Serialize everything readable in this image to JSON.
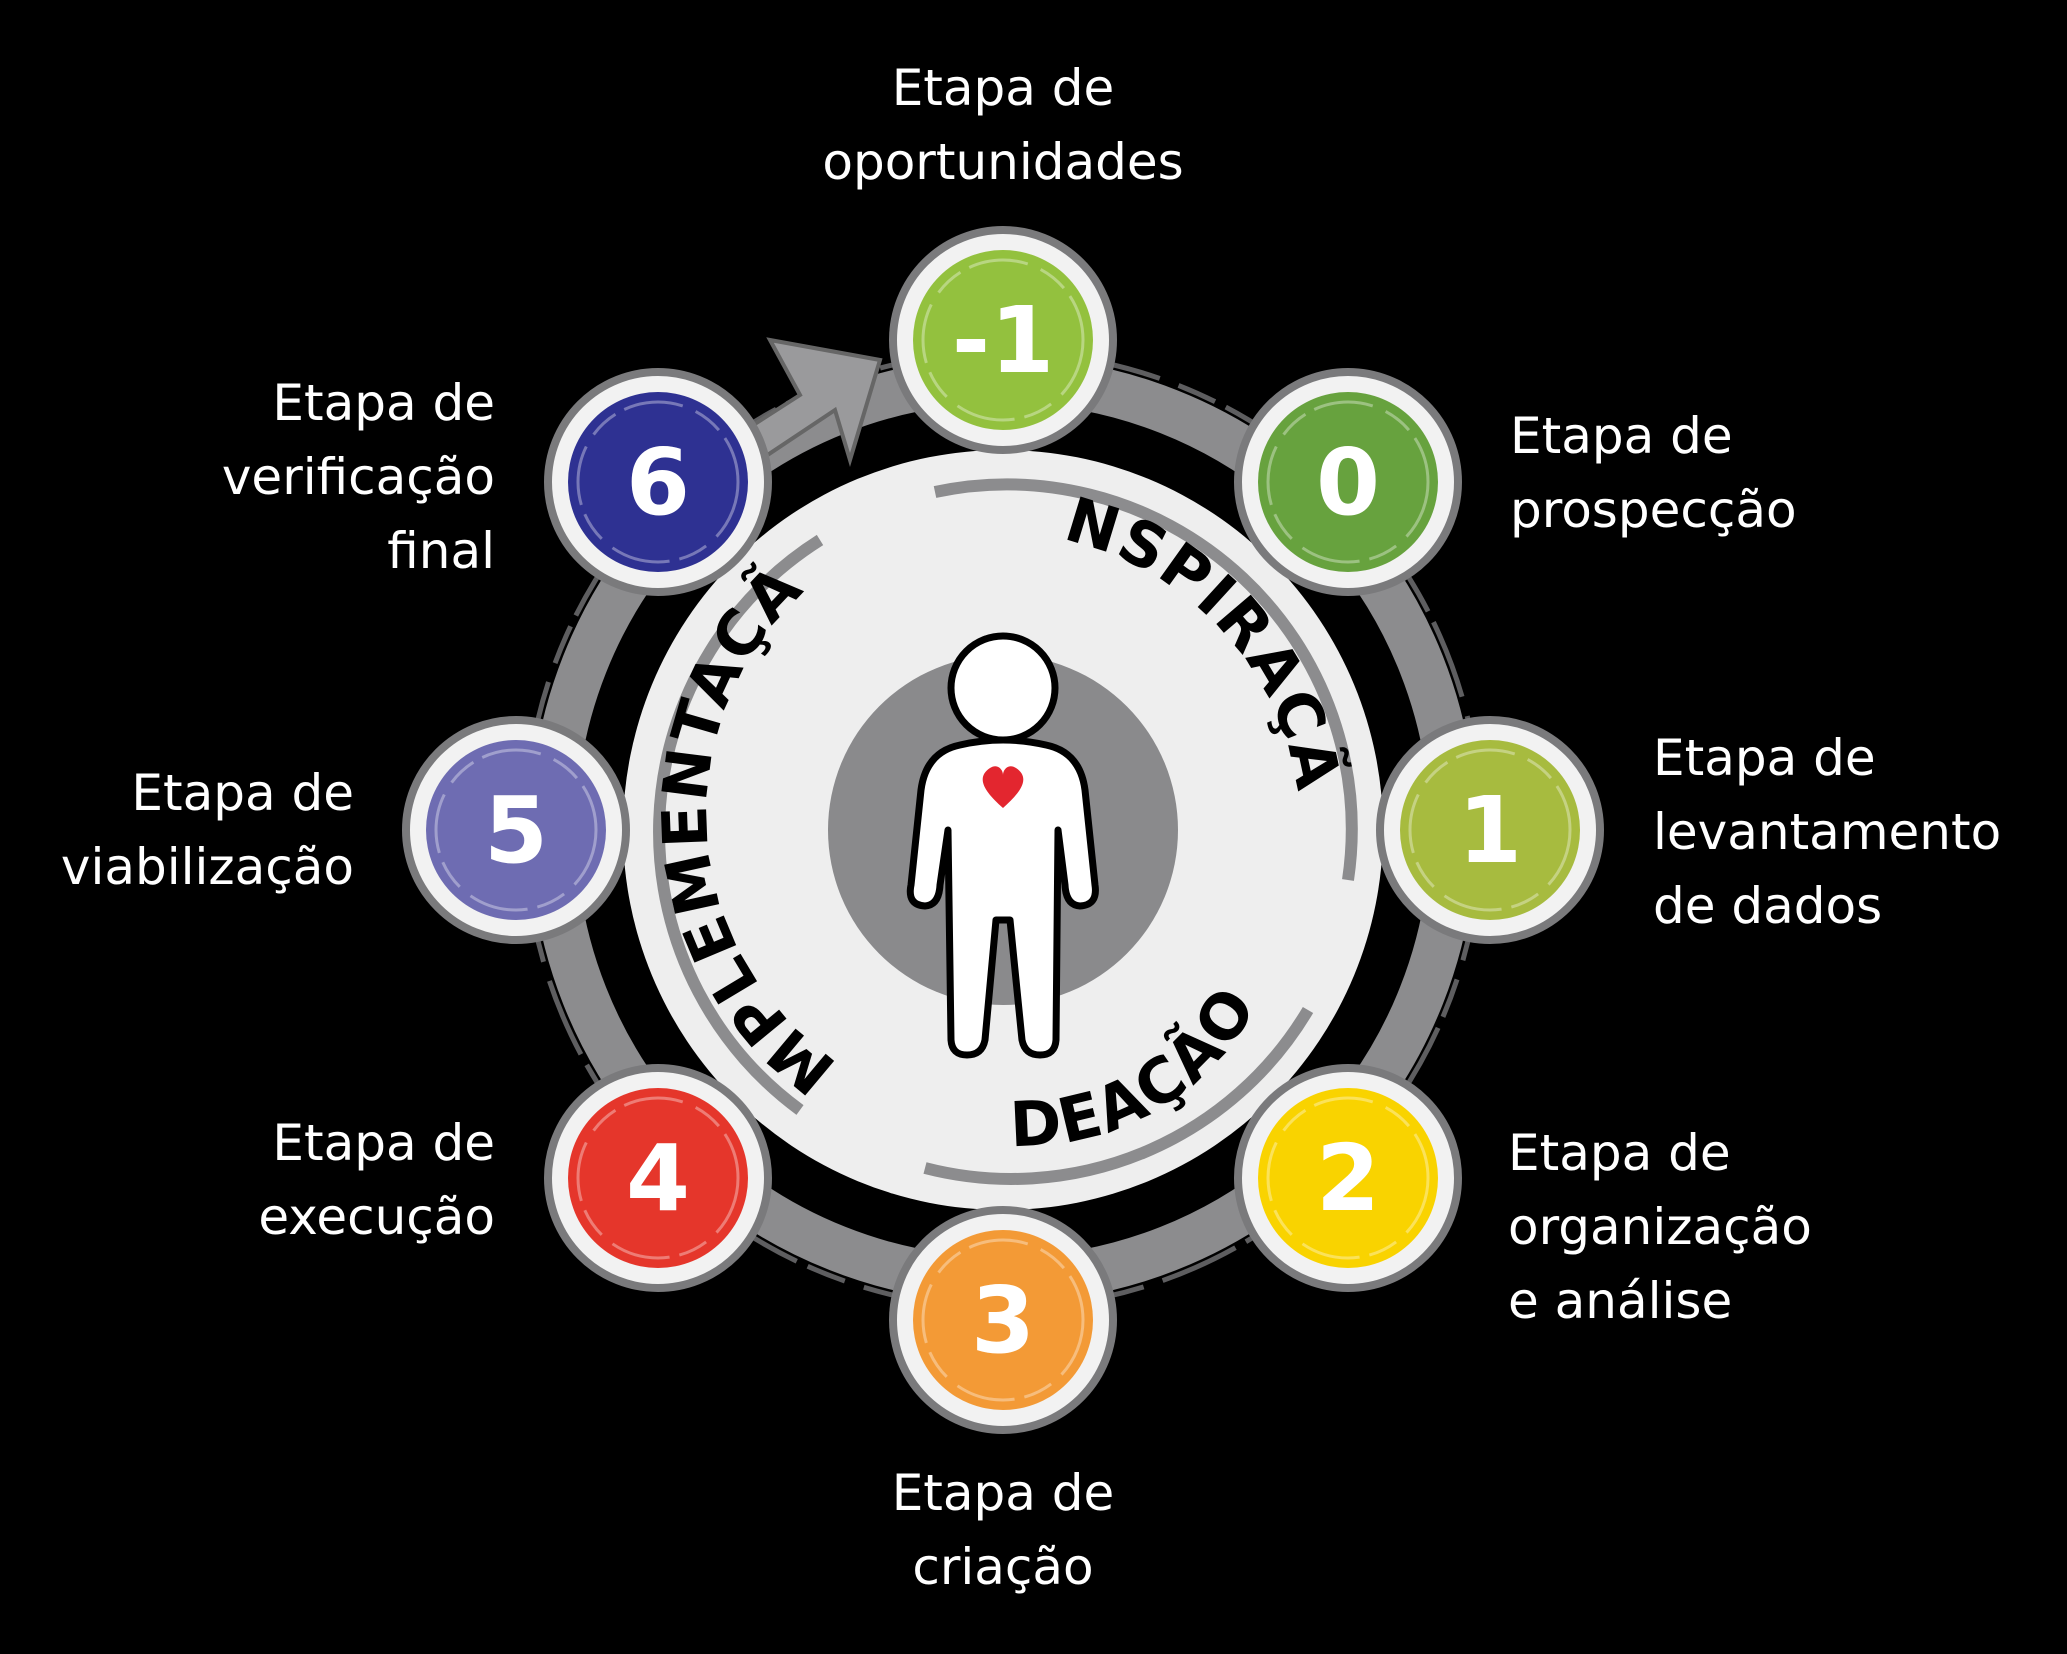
{
  "phases": {
    "inspiration": "INSPIRAÇÃO",
    "ideation": "IDEAÇÃO",
    "implementation": "IMPLEMENTAÇÃO"
  },
  "stages": [
    {
      "number": "-1",
      "label_lines": [
        "Etapa de",
        "oportunidades"
      ],
      "color": "#93c13e"
    },
    {
      "number": "0",
      "label_lines": [
        "Etapa de",
        "prospecção"
      ],
      "color": "#67a23e"
    },
    {
      "number": "1",
      "label_lines": [
        "Etapa de",
        "levantamento",
        "de dados"
      ],
      "color": "#a7bb3f"
    },
    {
      "number": "2",
      "label_lines": [
        "Etapa de",
        "organização",
        "e análise"
      ],
      "color": "#f9d300"
    },
    {
      "number": "3",
      "label_lines": [
        "Etapa de",
        "criação"
      ],
      "color": "#f39a36"
    },
    {
      "number": "4",
      "label_lines": [
        "Etapa de",
        "execução"
      ],
      "color": "#e5362b"
    },
    {
      "number": "5",
      "label_lines": [
        "Etapa de",
        "viabilização"
      ],
      "color": "#6e6cb2"
    },
    {
      "number": "6",
      "label_lines": [
        "Etapa de",
        "verificação",
        "final"
      ],
      "color": "#2e3192"
    }
  ],
  "colors": {
    "background": "#000000",
    "ring": "#8c8c8e",
    "inner_disc": "#eeeeee",
    "center_disc": "#8a8a8c",
    "heart": "#e3262f"
  }
}
